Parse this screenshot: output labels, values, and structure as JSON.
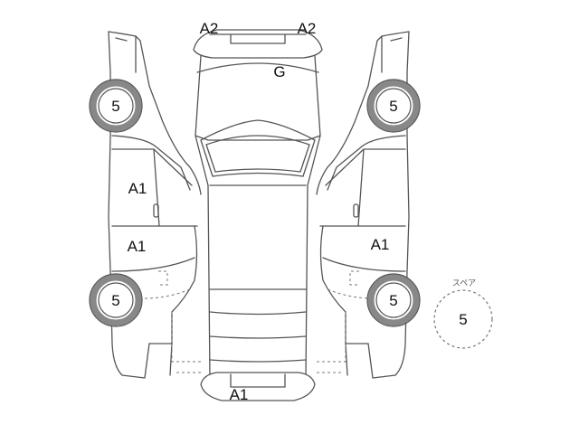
{
  "marks": {
    "top_left": "A2",
    "top_right": "A2",
    "hood": "G",
    "left_front_door": "A1",
    "left_rear_door": "A1",
    "right_rear_door": "A1",
    "rear_bumper": "A1"
  },
  "tires": {
    "left_front": "5",
    "left_rear": "5",
    "right_front": "5",
    "right_rear": "5"
  },
  "spare": {
    "label": "スペア",
    "value": "5"
  }
}
